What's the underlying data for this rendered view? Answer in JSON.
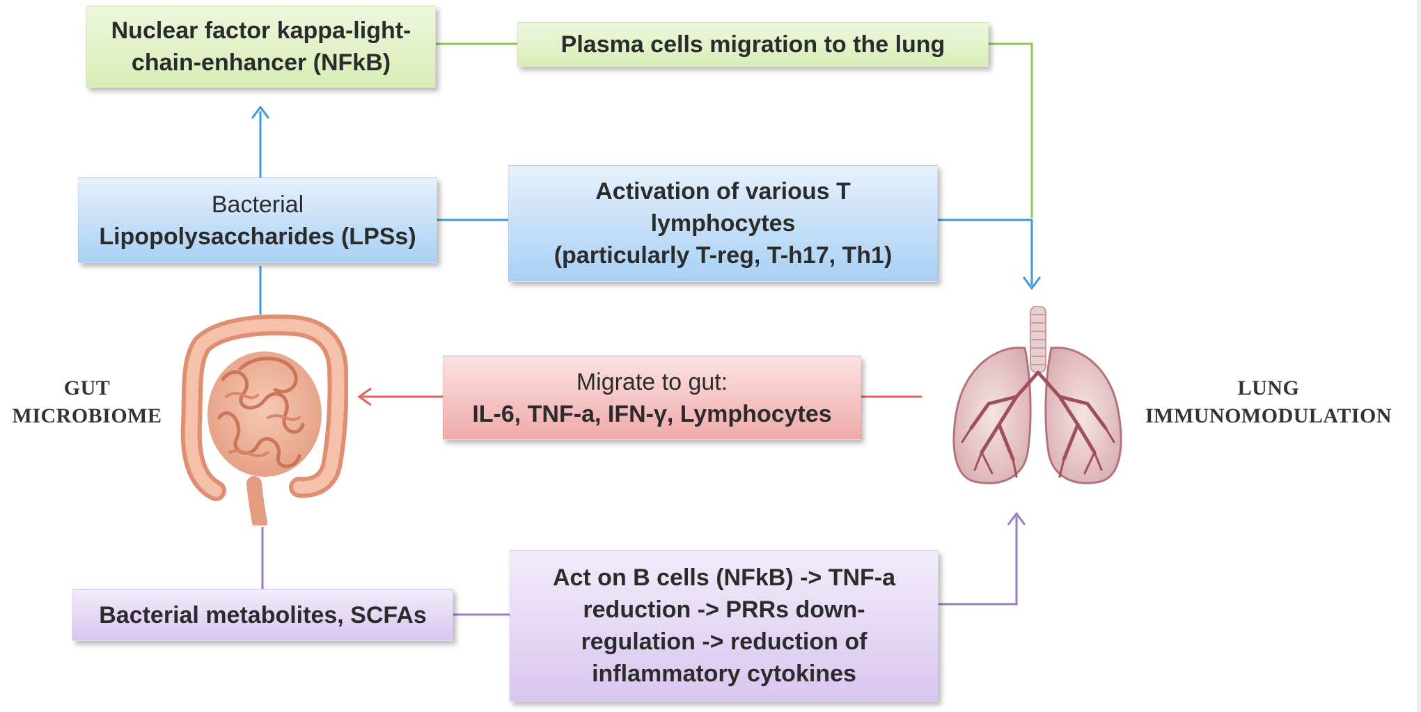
{
  "boxes": {
    "nfkb": [
      "Nuclear factor kappa-light-",
      "chain-enhancer (NFkB)"
    ],
    "plasma": [
      "Plasma cells migration to the lung"
    ],
    "lps": [
      "Bacterial",
      "Lipopolysaccharides  (LPSs)"
    ],
    "tcell": [
      "Activation of various T",
      "lymphocytes",
      "(particularly T-reg, T-h17, Th1)"
    ],
    "migrate": [
      "Migrate to gut:",
      "IL-6, TNF-a, IFN-γ,  Lymphocytes"
    ],
    "scfa": [
      "Bacterial metabolites, SCFAs"
    ],
    "bcells": [
      "Act  on B cells (NFkB) -> TNF-a",
      "reduction -> PRRs down-",
      "regulation -> reduction  of",
      "inflammatory cytokines"
    ]
  },
  "labels": {
    "gut": [
      "GUT",
      "MICROBIOME"
    ],
    "lung": [
      "LUNG",
      "IMMUNOMODULATION"
    ]
  },
  "colors": {
    "green_line": "#92c353",
    "blue_line": "#3d9ad8",
    "red_line": "#e3605c",
    "purple_line": "#9b7cc4"
  },
  "icons": {
    "gut": "intestines-illustration",
    "lung": "lungs-illustration"
  }
}
